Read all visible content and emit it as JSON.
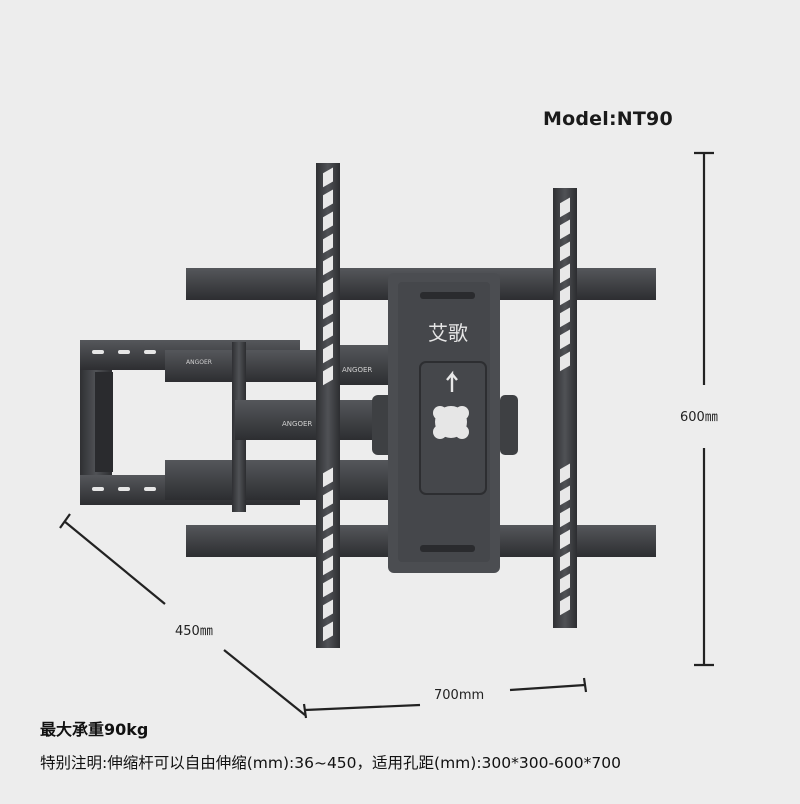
{
  "product": {
    "model_label": "Model:NT90",
    "brand_mark": "ANGOER",
    "plate_text": "艾歌",
    "arrow_icon": "up-arrow-icon"
  },
  "dimensions": {
    "height": "600㎜",
    "depth": "450㎜",
    "width": "700mm"
  },
  "specs": {
    "max_load": "最大承重90kg",
    "note": "特别注明:伸缩杆可以自由伸缩(mm):36~450，适用孔距(mm):300*300-600*700"
  },
  "colors": {
    "background": "#ededed",
    "metal": "#3c3d40",
    "metal_light": "#55575b"
  }
}
